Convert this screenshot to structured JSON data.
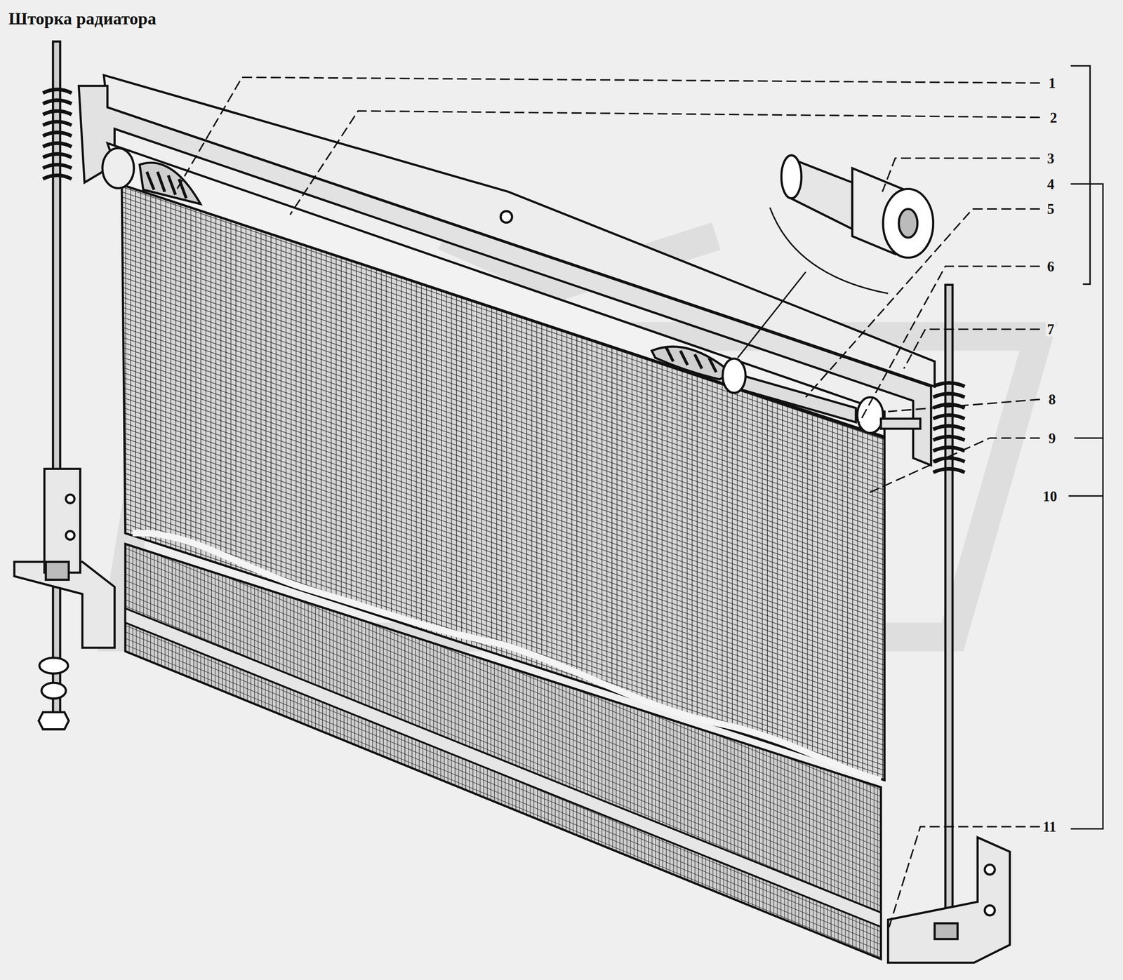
{
  "diagram": {
    "title": "Шторка радиатора",
    "labels": [
      "1",
      "2",
      "3",
      "4",
      "5",
      "6",
      "7",
      "8",
      "9",
      "10",
      "11"
    ]
  }
}
